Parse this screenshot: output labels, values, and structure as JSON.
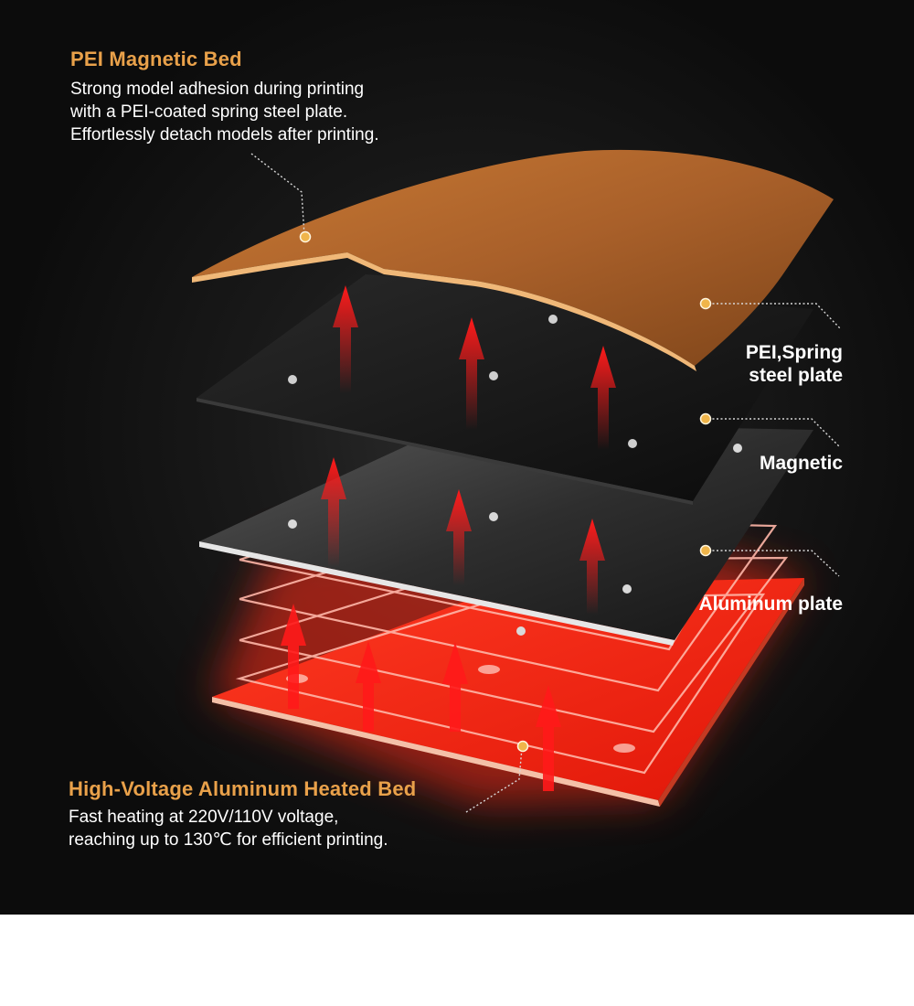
{
  "top_feature": {
    "title": "PEI Magnetic Bed",
    "lines": [
      "Strong model adhesion during printing",
      "with a PEI-coated spring steel plate.",
      "Effortlessly detach models after printing."
    ]
  },
  "bottom_feature": {
    "title": "High-Voltage Aluminum Heated Bed",
    "lines": [
      "Fast heating at 220V/110V voltage,",
      "reaching up to 130℃ for efficient printing."
    ]
  },
  "layer_labels": {
    "pei_line1": "PEI,Spring",
    "pei_line2": "steel plate",
    "magnetic": "Magnetic",
    "aluminum": "Aluminum plate"
  },
  "colors": {
    "accent": "#e9a14a",
    "marker": "#f0b54a",
    "pei_sheet": "#b86a2a",
    "heater_red": "#ff2a1a",
    "arrow_red": "#e00000",
    "background": "#141414"
  },
  "icons": {
    "callout_marker": "orange-dot-icon",
    "heat_arrow": "up-arrow-icon"
  }
}
